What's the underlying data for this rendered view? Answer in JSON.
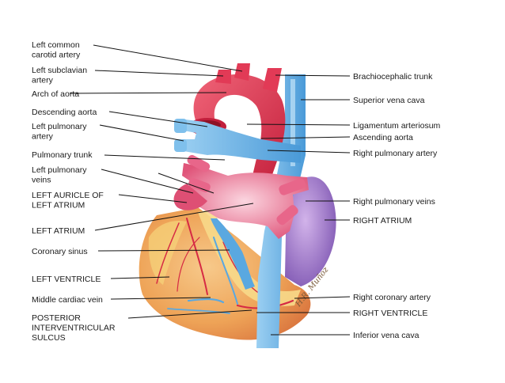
{
  "left_labels": [
    {
      "lines": [
        "Left common",
        "carotid artery"
      ]
    },
    {
      "lines": [
        "Left subclavian",
        "artery"
      ]
    },
    {
      "lines": [
        "Arch of aorta"
      ]
    },
    {
      "lines": [
        "Descending aorta"
      ]
    },
    {
      "lines": [
        "Left pulmonary",
        "artery"
      ]
    },
    {
      "lines": [
        "Pulmonary trunk"
      ]
    },
    {
      "lines": [
        "Left pulmonary",
        "veins"
      ]
    },
    {
      "lines": [
        "LEFT AURICLE OF",
        "LEFT ATRIUM"
      ]
    },
    {
      "lines": [
        "LEFT ATRIUM"
      ]
    },
    {
      "lines": [
        "Coronary sinus"
      ]
    },
    {
      "lines": [
        "LEFT VENTRICLE"
      ]
    },
    {
      "lines": [
        "Middle cardiac vein"
      ]
    },
    {
      "lines": [
        "POSTERIOR",
        "INTERVENTRICULAR",
        "SULCUS"
      ]
    }
  ],
  "right_labels": [
    {
      "lines": [
        "Brachiocephalic trunk"
      ]
    },
    {
      "lines": [
        "Superior vena cava"
      ]
    },
    {
      "lines": [
        "Ligamentum arteriosum"
      ]
    },
    {
      "lines": [
        "Ascending aorta"
      ]
    },
    {
      "lines": [
        "Right pulmonary artery"
      ]
    },
    {
      "lines": [
        "Right pulmonary veins"
      ]
    },
    {
      "lines": [
        "RIGHT ATRIUM"
      ]
    },
    {
      "lines": [
        "Right coronary artery"
      ]
    },
    {
      "lines": [
        "RIGHT VENTRICLE"
      ]
    },
    {
      "lines": [
        "Inferior vena cava"
      ]
    }
  ],
  "signature": "H.R. Muñoz",
  "colors": {
    "artery": "#e0304e",
    "vein": "#6cb4e6",
    "pulmonary_vein": "#ea6a8a",
    "ventricle": "#f2b35e",
    "right_atrium": "#a07ac8",
    "fat": "#f6d27a"
  }
}
